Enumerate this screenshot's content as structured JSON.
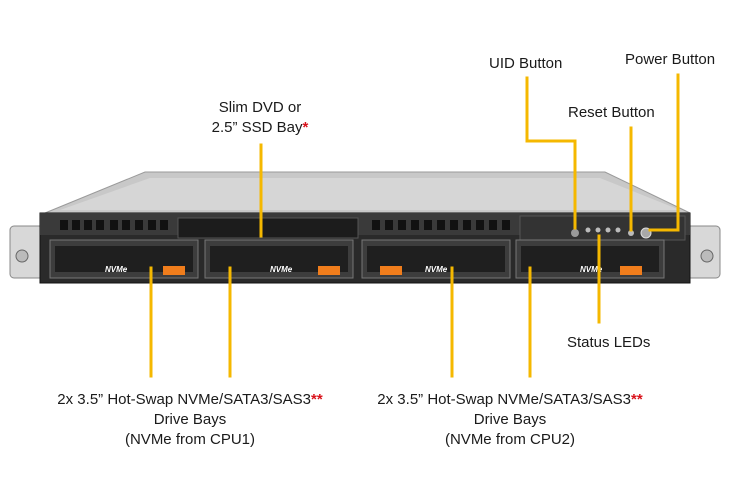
{
  "labels": {
    "slim_dvd": {
      "line1": "Slim DVD or",
      "line2": "2.5” SSD Bay",
      "mark": "*"
    },
    "uid_button": "UID Button",
    "power_button": "Power Button",
    "reset_button": "Reset Button",
    "status_leds": "Status LEDs",
    "bays_left": {
      "line1": "2x 3.5” Hot-Swap NVMe/SATA3/SAS3",
      "mark": "**",
      "line2": "Drive Bays",
      "line3": "(NVMe from CPU1)"
    },
    "bays_right": {
      "line1": "2x 3.5” Hot-Swap NVMe/SATA3/SAS3",
      "mark": "**",
      "line2": "Drive Bays",
      "line3": "(NVMe from CPU2)"
    }
  },
  "drive_bay_badge": "NVMe",
  "colors": {
    "callout": "#f5b800",
    "asterisk": "#d9121b",
    "chassis_top": "#c9c9c9",
    "chassis_front": "#2b2b2b",
    "drive_tab": "#f07d1c"
  }
}
